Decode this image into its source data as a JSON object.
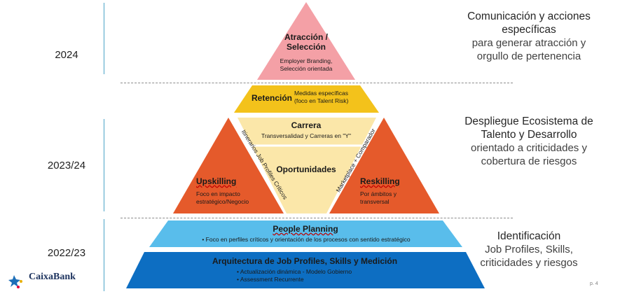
{
  "years": [
    "2024",
    "2023/24",
    "2022/23"
  ],
  "right": {
    "block1": {
      "heading": "Comunicación y acciones específicas",
      "sub": "para generar atracción y orgullo de pertenencia"
    },
    "block2": {
      "heading": "Despliegue Ecosistema de Talento y Desarrollo",
      "sub": "orientado a criticidades y cobertura de riesgos"
    },
    "block3": {
      "heading": "Identificación",
      "sub": "Job Profiles, Skills, criticidades y riesgos"
    }
  },
  "pyramid": {
    "atraccion": {
      "title_l1": "Atracción /",
      "title_l2": "Selección",
      "sub_l1": "Employer Branding,",
      "sub_l2": "Selección orientada"
    },
    "retencion": {
      "title": "Retención",
      "sub_l1": "Medidas específicas",
      "sub_l2": "(foco en Talent Risk)"
    },
    "carrera": {
      "title": "Carrera",
      "sub": "Transversalidad y Carreras en \"Y\""
    },
    "oportunidades": {
      "title": "Oportunidades"
    },
    "upskilling": {
      "title": "Upskilling",
      "sub_l1": "Foco en impacto",
      "sub_l2": "estratégico/Negocio"
    },
    "reskilling": {
      "title": "Reskilling",
      "sub_l1": "Por ámbitos y",
      "sub_l2": "transversal"
    },
    "itinerarios": "Itinerarios Job Profiles Críticos",
    "marketplace": "Marketplace + Comparador",
    "people_planning": {
      "title": "People Planning",
      "bullet": "Foco en perfiles críticos y orientación de los procesos con sentido estratégico"
    },
    "arquitectura": {
      "title": "Arquitectura de Job Profiles, Skills y Medición",
      "bullets": [
        "Actualización dinámica - Modelo Gobierno",
        "Assessment Recurrente"
      ]
    }
  },
  "logo": "CaixaBank",
  "page": "p. 4",
  "colors": {
    "pink": "#f4a0a6",
    "yellow": "#f3c21b",
    "cream": "#fbe7a9",
    "orange": "#e55a2b",
    "lightblue": "#59bdeb",
    "blue": "#0d6ec2"
  }
}
